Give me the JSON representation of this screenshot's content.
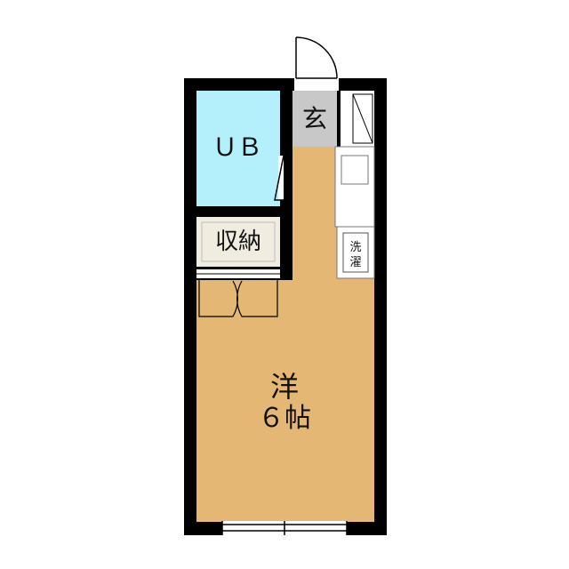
{
  "rooms": {
    "entrance": {
      "label": "玄"
    },
    "unit_bath": {
      "label": "ＵＢ"
    },
    "storage": {
      "label": "収納"
    },
    "laundry": {
      "line1": "洗",
      "line2": "濯"
    },
    "western_room": {
      "line1": "洋",
      "line2": "６帖"
    }
  },
  "colors": {
    "wall": "#000000",
    "floor_wood": "#e5b775",
    "bath": "#b3f0fc",
    "entrance": "#c8c8c8",
    "storage_floor": "#f0ece0",
    "fixture_line": "#555555"
  }
}
